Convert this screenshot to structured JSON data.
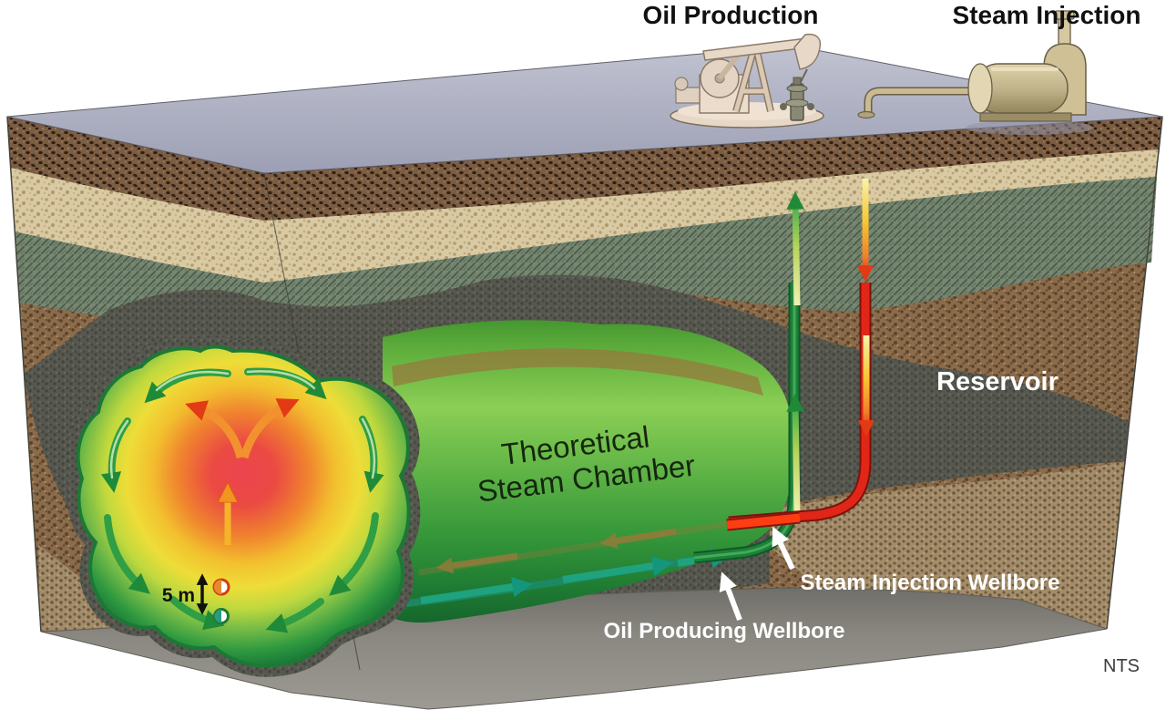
{
  "title": "SAGD cutaway diagram",
  "labels": {
    "oil_production": "Oil Production",
    "steam_injection": "Steam Injection",
    "chamber_line1": "Theoretical",
    "chamber_line2": "Steam Chamber",
    "reservoir": "Reservoir",
    "steam_injection_wellbore": "Steam Injection Wellbore",
    "oil_producing_wellbore": "Oil Producing Wellbore",
    "scale_marker": "5 m",
    "nts": "NTS"
  },
  "icons": {
    "pump_jack": "pump-jack-icon",
    "steam_generator": "steam-generator-icon",
    "production_wellhead": "wellhead-icon"
  },
  "colors": {
    "surface_top": "#aeb0c2",
    "steam_pipe_red": "#e02617",
    "producer_pipe_green": "#1d8038",
    "chamber_green": "#4aa33c",
    "chamber_hot_core": "#ef4450",
    "chamber_warm_yellow": "#f6c32e",
    "reservoir_gray": "#575850",
    "label_white": "#ffffff",
    "label_black": "#111111"
  }
}
